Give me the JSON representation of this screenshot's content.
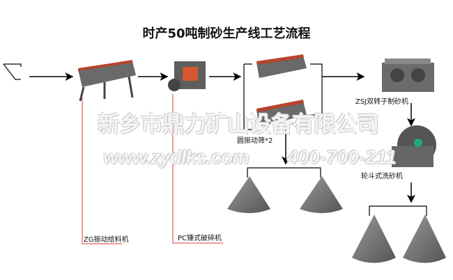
{
  "title": "时产50吨制砂生产线工艺流程",
  "equipment": {
    "feeder": "ZG振动给料机",
    "crusher": "PC锤式破碎机",
    "screen": "圆振动筛*2",
    "sand_maker": "ZSJ双转子制砂机",
    "washer": "轮斗式洗砂机"
  },
  "watermark": {
    "company": "新乡市鼎力矿山设备有限公司",
    "website": "www.zydlks.com",
    "phone": "400-700-211"
  },
  "colors": {
    "arrow": "#000000",
    "leader": "#e23a3a",
    "machine": "#555555",
    "accent": "#b5452c",
    "pile": "#777777"
  }
}
